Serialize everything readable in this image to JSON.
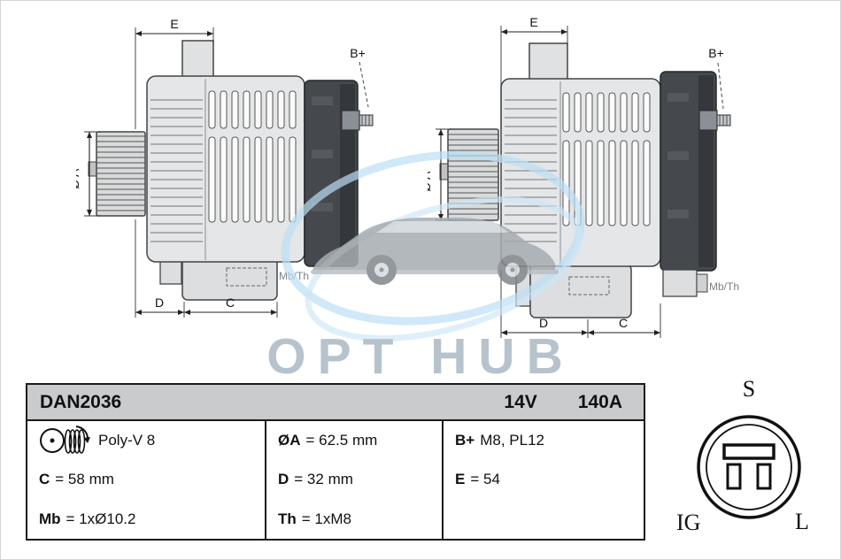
{
  "watermark": {
    "text": "OPT HUB"
  },
  "diagram": {
    "left": {
      "dim_e": "E",
      "terminal_b": "B+",
      "dim_dia_a": "Ø A",
      "dim_d": "D",
      "dim_c": "C",
      "label_mb_th": "Mb/Th"
    },
    "right": {
      "dim_e": "E",
      "terminal_b": "B+",
      "dim_dia_a": "Ø A",
      "dim_d": "D",
      "dim_c": "C",
      "label_mb_th": "Mb/Th"
    }
  },
  "spec_table": {
    "part_number": "DAN2036",
    "voltage": "14V",
    "current": "140A",
    "rows": [
      [
        {
          "icon": "pulley-icon",
          "label": "",
          "value": "Poly-V 8"
        },
        {
          "label": "ØA",
          "value": "= 62.5 mm"
        },
        {
          "label": "B+",
          "value": "M8, PL12"
        }
      ],
      [
        {
          "label": "C",
          "value": "= 58 mm"
        },
        {
          "label": "D",
          "value": "= 32 mm"
        },
        {
          "label": "E",
          "value": "= 54"
        }
      ],
      [
        {
          "label": "Mb",
          "value": "= 1xØ10.2"
        },
        {
          "label": "Th",
          "value": "= 1xM8"
        },
        {
          "label": "",
          "value": ""
        }
      ]
    ]
  },
  "connector": {
    "pin_top": "S",
    "pin_bottom_left": "IG",
    "pin_bottom_right": "L"
  },
  "colors": {
    "accent_blue": "#b7dbf2",
    "header_gray": "#c9cbcc",
    "cap_dark": "#45494e"
  }
}
